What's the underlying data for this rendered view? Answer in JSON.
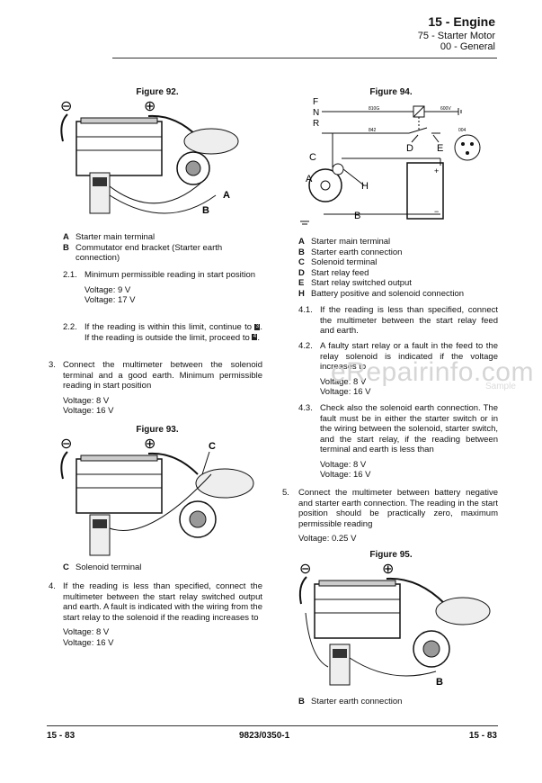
{
  "header": {
    "title": "15 - Engine",
    "subtitle1": "75 - Starter Motor",
    "subtitle2": "00 - General"
  },
  "left": {
    "fig92": {
      "title": "Figure 92.",
      "labels": {
        "minus": "⊖",
        "plus": "⊕",
        "a": "A",
        "b": "B"
      },
      "legend": [
        {
          "key": "A",
          "text": "Starter main terminal"
        },
        {
          "key": "B",
          "text": "Commutator end bracket (Starter earth connection)"
        }
      ]
    },
    "item21": {
      "num": "2.1.",
      "text": "Minimum permissible reading in start position",
      "v1": "Voltage:  9 V",
      "v2": "Voltage:  17 V"
    },
    "item22": {
      "num": "2.2.",
      "text_a": "If the reading is within this limit, continue to",
      "ref1": "3",
      "text_b": ". If the reading is outside the limit, proceed to",
      "ref2": "4",
      "text_c": "."
    },
    "item3": {
      "num": "3.",
      "text": "Connect the multimeter between the solenoid terminal and a good earth. Minimum permissible reading in start position",
      "v1": "Voltage:  8 V",
      "v2": "Voltage:  16 V"
    },
    "fig93": {
      "title": "Figure 93.",
      "labels": {
        "minus": "⊖",
        "plus": "⊕",
        "c": "C"
      },
      "legend": [
        {
          "key": "C",
          "text": "Solenoid terminal"
        }
      ]
    },
    "item4": {
      "num": "4.",
      "text": "If the reading is less than specified, connect the multimeter between the start relay switched output and earth. A fault is indicated with the wiring from the start relay to the solenoid if the reading increases to",
      "v1": "Voltage:  8 V",
      "v2": "Voltage:  16 V"
    }
  },
  "right": {
    "fig94": {
      "title": "Figure 94.",
      "labels": {
        "f": "F",
        "n": "N",
        "r": "R",
        "c": "C",
        "a": "A",
        "h": "H",
        "b": "B",
        "d": "D",
        "e": "E",
        "w1": "810G",
        "w2": "842",
        "w3": "600V",
        "w4": "004"
      },
      "legend": [
        {
          "key": "A",
          "text": "Starter main terminal"
        },
        {
          "key": "B",
          "text": "Starter earth connection"
        },
        {
          "key": "C",
          "text": "Solenoid terminal"
        },
        {
          "key": "D",
          "text": "Start relay feed"
        },
        {
          "key": "E",
          "text": "Start relay switched output"
        },
        {
          "key": "H",
          "text": "Battery positive and solenoid connection"
        }
      ]
    },
    "item41": {
      "num": "4.1.",
      "text": "If the reading is less than specified, connect the multimeter between the start relay feed and earth."
    },
    "item42": {
      "num": "4.2.",
      "text": "A faulty start relay or a fault in the feed to the relay solenoid is indicated if the voltage increases to",
      "v1": "Voltage:  8 V",
      "v2": "Voltage:  16 V"
    },
    "item43": {
      "num": "4.3.",
      "text": "Check also the solenoid earth connection. The fault must be in either the starter switch or in the wiring between the solenoid, starter switch, and the start relay, if the reading between terminal and earth is less than",
      "v1": "Voltage:  8 V",
      "v2": "Voltage:  16 V"
    },
    "item5": {
      "num": "5.",
      "text": "Connect the multimeter between battery negative and starter earth connection. The reading in the start position should be practically zero, maximum permissible reading",
      "v1": "Voltage:  0.25 V"
    },
    "fig95": {
      "title": "Figure 95.",
      "labels": {
        "minus": "⊖",
        "plus": "⊕",
        "b": "B"
      },
      "legend": [
        {
          "key": "B",
          "text": "Starter earth connection"
        }
      ]
    }
  },
  "watermark": {
    "main": "eRepairinfo.com",
    "small": "Sample"
  },
  "footer": {
    "left": "15 - 83",
    "center": "9823/0350-1",
    "right": "15 - 83"
  }
}
